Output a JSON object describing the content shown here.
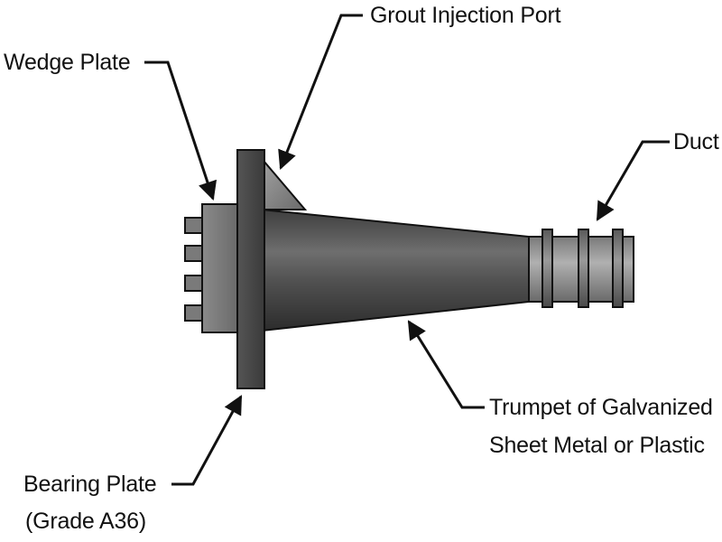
{
  "labels": {
    "wedge_plate": "Wedge Plate",
    "grout_port": "Grout Injection Port",
    "duct": "Duct",
    "trumpet_line1": "Trumpet of Galvanized",
    "trumpet_line2": "Sheet Metal or Plastic",
    "bearing_line1": "Bearing Plate",
    "bearing_line2": "(Grade A36)"
  },
  "colors": {
    "metal_dark": "#3a3a3a",
    "metal_mid": "#6a6a6a",
    "metal_light": "#9a9a9a",
    "outline": "#111111",
    "leader": "#111111"
  }
}
